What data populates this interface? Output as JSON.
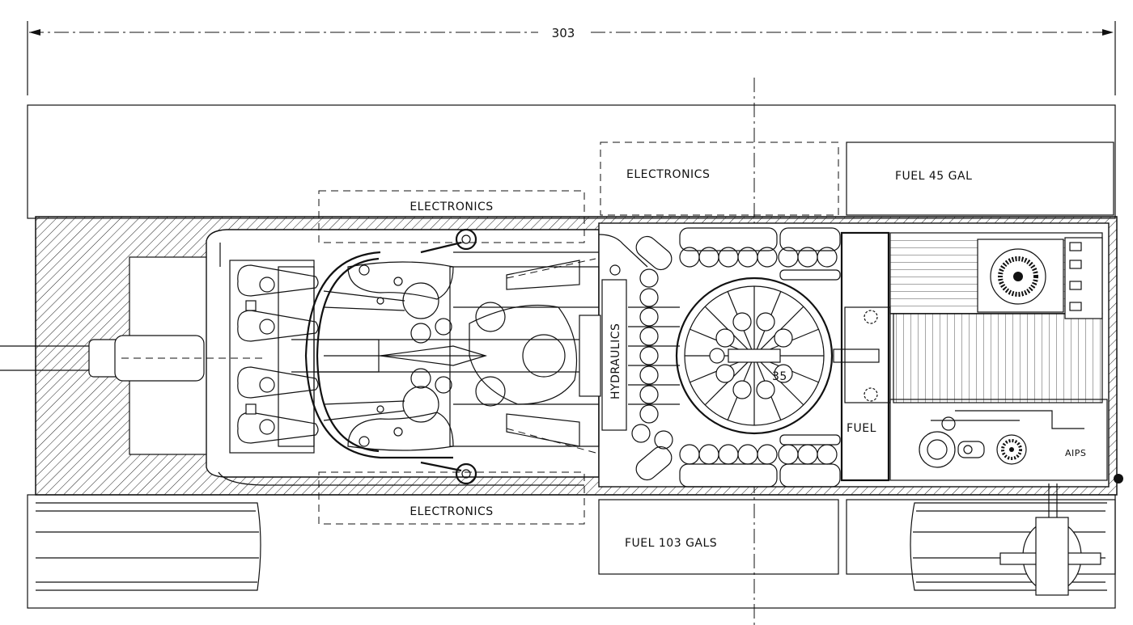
{
  "dimension": {
    "overall_length": "303"
  },
  "labels": {
    "electronics_upper_center": "ELECTRONICS",
    "electronics_upper_right": "ELECTRONICS",
    "electronics_lower": "ELECTRONICS",
    "fuel_upper": "FUEL 45 GAL",
    "fuel_lower": "FUEL 103 GALS",
    "hydraulics": "HYDRAULICS",
    "fuel_small": "FUEL",
    "aips": "AIPS",
    "callout": "35"
  }
}
